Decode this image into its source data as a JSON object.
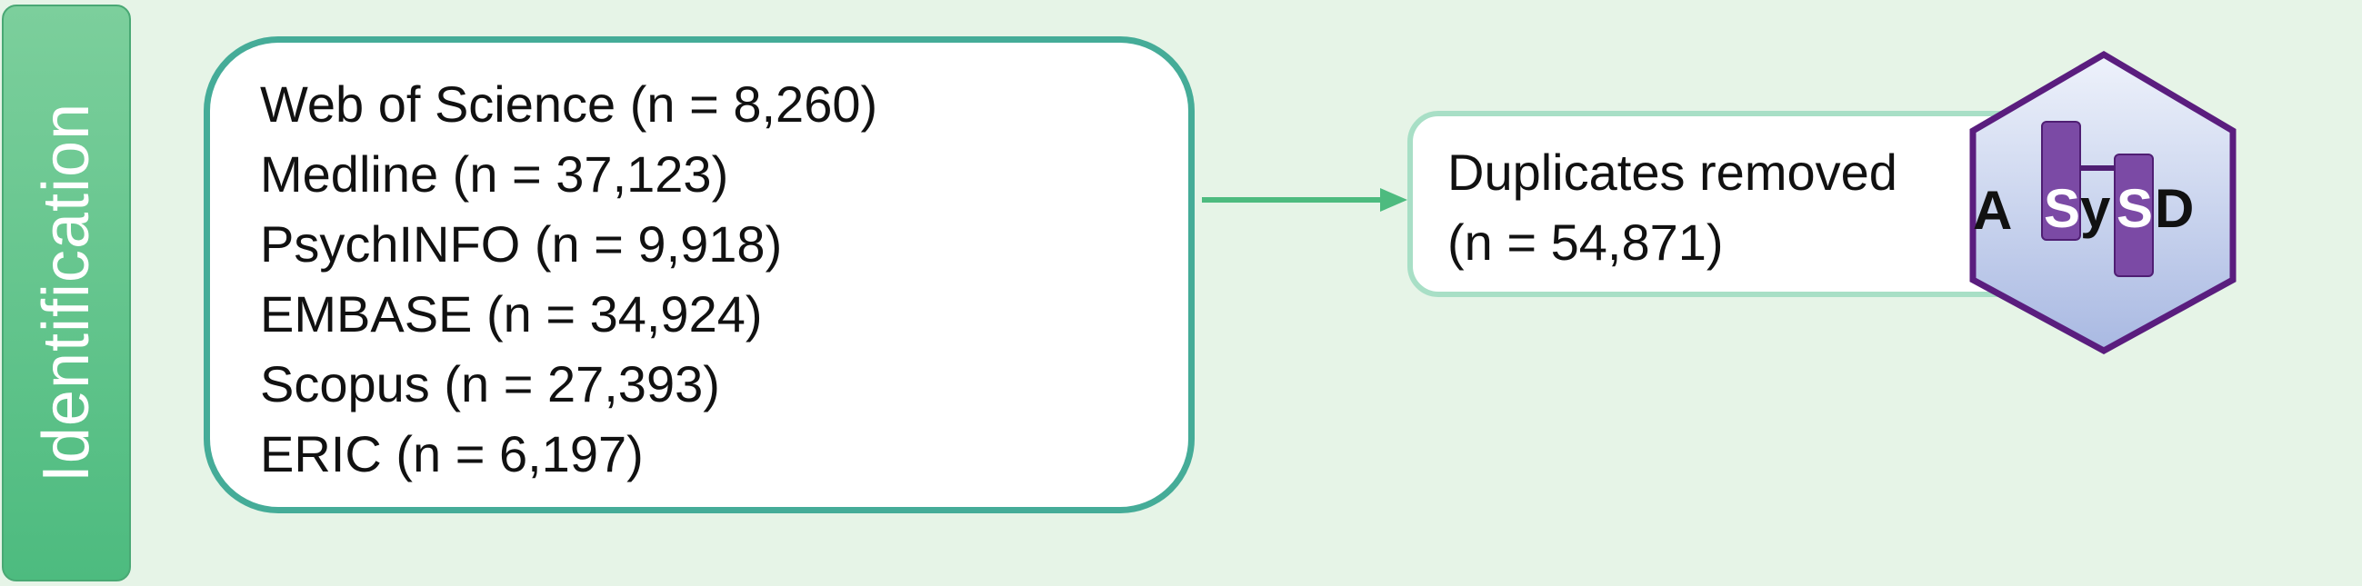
{
  "stage": {
    "label": "Identification"
  },
  "sources": {
    "items": [
      "Web of Science (n = 8,260)",
      "Medline (n = 37,123)",
      "PsychINFO (n = 9,918)",
      "EMBASE (n = 34,924)",
      "Scopus (n = 27,393)",
      "ERIC (n = 6,197)"
    ]
  },
  "duplicates": {
    "label": "Duplicates removed",
    "count": "(n = 54,871)"
  },
  "logo": {
    "text": "ASySD",
    "icon": "asysd-hex-logo"
  },
  "colors": {
    "background": "#e6f4e7",
    "stage_bar": "#5cc186",
    "sources_border": "#45ac98",
    "duplicates_border": "#a8dfc6",
    "arrow": "#4dbb7f",
    "logo_border": "#5a1d7e",
    "logo_bar": "#7b4aa5"
  }
}
